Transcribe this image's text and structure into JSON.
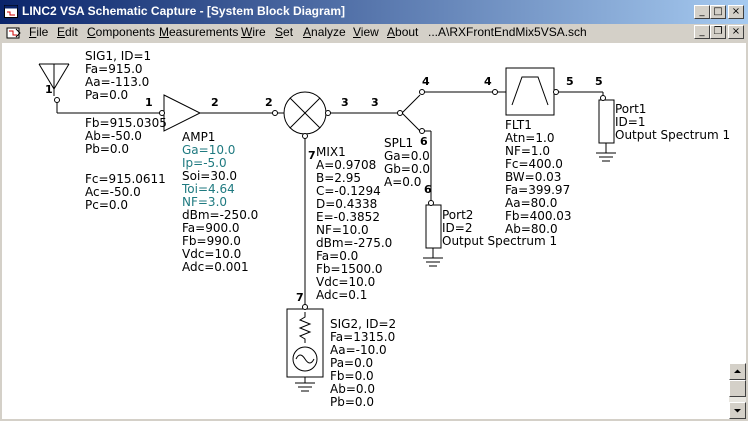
{
  "window": {
    "title": "LINC2 VSA Schematic Capture - [System Block Diagram]",
    "minimize_glyph": "_",
    "maximize_glyph": "□",
    "close_glyph": "×",
    "restore_glyph": "❐"
  },
  "menu": {
    "items": [
      {
        "pre": "",
        "key": "F",
        "post": "ile"
      },
      {
        "pre": "",
        "key": "E",
        "post": "dit"
      },
      {
        "pre": "",
        "key": "C",
        "post": "omponents"
      },
      {
        "pre": "",
        "key": "M",
        "post": "easurements"
      },
      {
        "pre": "",
        "key": "W",
        "post": "ire"
      },
      {
        "pre": "",
        "key": "S",
        "post": "et"
      },
      {
        "pre": "",
        "key": "A",
        "post": "nalyze"
      },
      {
        "pre": "",
        "key": "V",
        "post": "iew"
      },
      {
        "pre": "",
        "key": "A",
        "post": "bout"
      }
    ],
    "file_path": "...A\\RXFrontEndMix5VSA.sch"
  },
  "schematic": {
    "sig1": {
      "header": "SIG1, ID=1",
      "params": [
        "Fa=915.0",
        "Aa=-113.0",
        "Pa=0.0"
      ],
      "params2": [
        "Fb=915.0305",
        "Ab=-50.0",
        "Pb=0.0"
      ],
      "params3": [
        "Fc=915.0611",
        "Ac=-50.0",
        "Pc=0.0"
      ]
    },
    "amp1": {
      "header": "AMP1",
      "p1": "Ga=10.0",
      "p2": "Ip=-5.0",
      "p3": "Soi=30.0",
      "p4": "Toi=4.64",
      "p5": "NF=3.0",
      "p6": "dBm=-250.0",
      "p7": "Fa=900.0",
      "p8": "Fb=990.0",
      "p9": "Vdc=10.0",
      "p10": "Adc=0.001"
    },
    "mix1": {
      "header": "MIX1",
      "params": [
        "A=0.9708",
        "B=2.95",
        "C=-0.1294",
        "D=0.4338",
        "E=-0.3852",
        "NF=10.0",
        "dBm=-275.0",
        "Fa=0.0",
        "Fb=1500.0",
        "Vdc=10.0",
        "Adc=0.1"
      ]
    },
    "spl1": {
      "header": "SPL1",
      "params": [
        "Ga=0.0",
        "Gb=0.0",
        "A=0.0"
      ]
    },
    "flt1": {
      "header": "FLT1",
      "params": [
        "Atn=1.0",
        "NF=1.0",
        "Fc=400.0",
        "BW=0.03",
        "Fa=399.97",
        "Aa=80.0",
        "Fb=400.03",
        "Ab=80.0"
      ]
    },
    "port1": {
      "header": "Port1",
      "params": [
        "ID=1",
        "Output Spectrum 1"
      ]
    },
    "port2": {
      "header": "Port2",
      "params": [
        "ID=2",
        "Output Spectrum 1"
      ]
    },
    "sig2": {
      "header": "SIG2, ID=2",
      "params": [
        "Fa=1315.0",
        "Aa=-10.0",
        "Pa=0.0",
        "Fb=0.0",
        "Ab=0.0",
        "Pb=0.0"
      ]
    },
    "nodes": {
      "n1a": "1",
      "n1b": "1",
      "n2a": "2",
      "n2b": "2",
      "n3a": "3",
      "n3b": "3",
      "n4a": "4",
      "n4b": "4",
      "n5a": "5",
      "n5b": "5",
      "n6a": "6",
      "n6b": "6",
      "n7a": "7",
      "n7b": "7"
    }
  },
  "colors": {
    "title_start": "#0a246a",
    "title_end": "#a6caf0",
    "teal_param": "#1f7a80"
  }
}
